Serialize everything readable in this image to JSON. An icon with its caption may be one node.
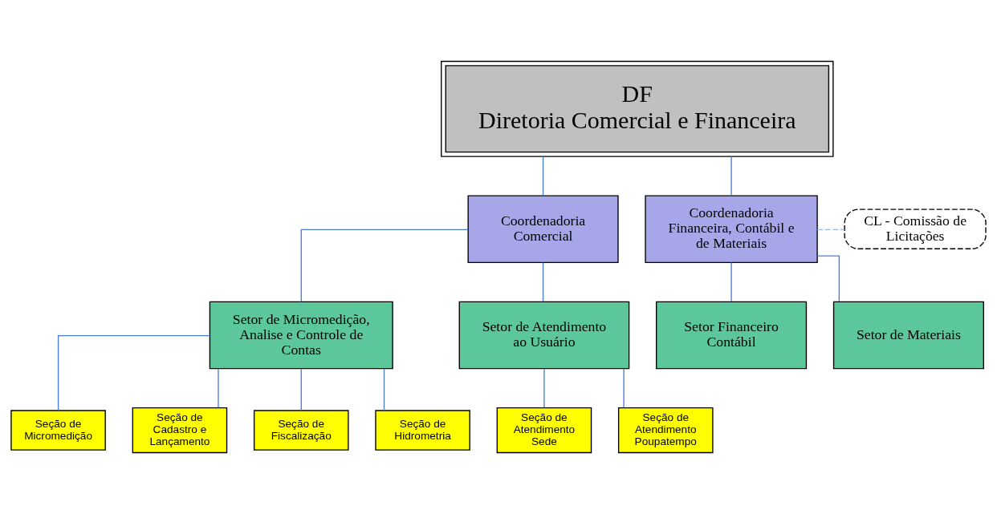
{
  "diagram": {
    "nodes": [
      {
        "text": [
          "DF",
          "Diretoria Comercial e Financeira"
        ]
      },
      {
        "text": [
          "Coordenadoria Comercial"
        ]
      },
      {
        "text": [
          "Coordenadoria Financeira, Contábil e de Materiais"
        ]
      },
      {
        "text": [
          "CL - Comissão de Licitações"
        ]
      },
      {
        "text": [
          "Setor de Micromedição, Analise e Controle de Contas"
        ]
      },
      {
        "text": [
          "Setor de Atendimento ao Usuário"
        ]
      },
      {
        "text": [
          "Setor Financeiro Contábil"
        ]
      },
      {
        "text": [
          "Setor de Materiais"
        ]
      },
      {
        "text": [
          "Seção de Micromedição"
        ]
      },
      {
        "text": [
          "Seção de Cadastro e Lançamento"
        ]
      },
      {
        "text": [
          "Seção de Fiscalização"
        ]
      },
      {
        "text": [
          "Seção de Hidrometria"
        ]
      },
      {
        "text": [
          "Seção de Atendimento Sede"
        ]
      },
      {
        "text": [
          "Seção de Atendimento Poupatempo"
        ]
      }
    ],
    "edges": [
      {
        "from": 0,
        "to": 1,
        "arrow": "none"
      },
      {
        "from": 0,
        "to": 2,
        "arrow": "none"
      },
      {
        "from": 2,
        "to": 3,
        "arrow": "none",
        "style": "dashed",
        "color": "#9db8e8"
      },
      {
        "from": 1,
        "to": 4,
        "arrow": "none"
      },
      {
        "from": 1,
        "to": 5,
        "arrow": "none"
      },
      {
        "from": 2,
        "to": 6,
        "arrow": "none"
      },
      {
        "from": 2,
        "to": 7,
        "arrow": "none"
      },
      {
        "from": 4,
        "to": 8,
        "arrow": "none"
      },
      {
        "from": 4,
        "to": 9,
        "arrow": "none"
      },
      {
        "from": 4,
        "to": 10,
        "arrow": "none"
      },
      {
        "from": 4,
        "to": 11,
        "arrow": "none"
      },
      {
        "from": 5,
        "to": 12,
        "arrow": "none"
      },
      {
        "from": 5,
        "to": 13,
        "arrow": "none"
      }
    ]
  }
}
